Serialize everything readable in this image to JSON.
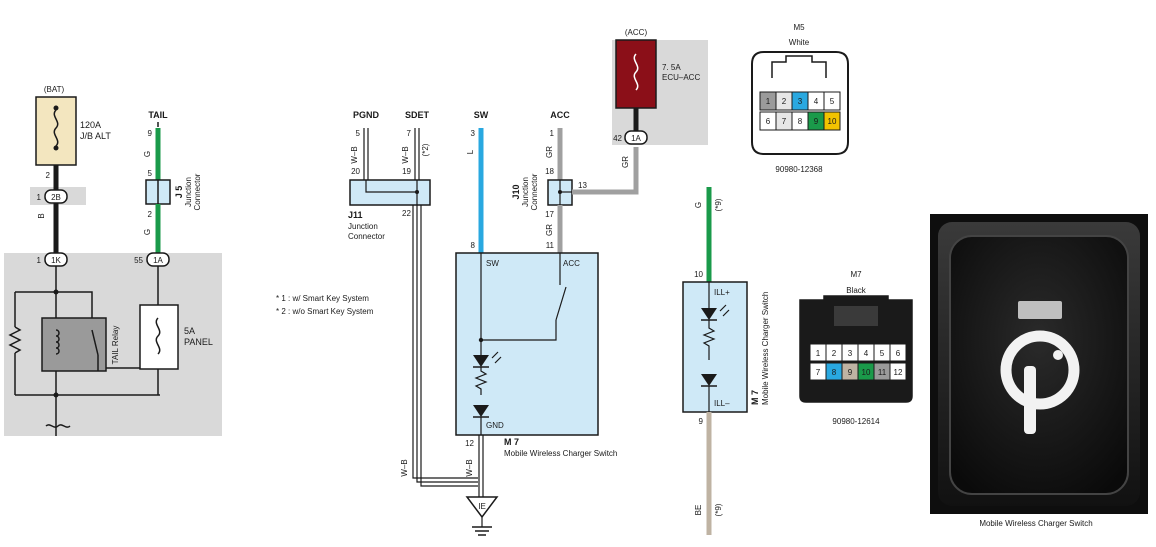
{
  "left": {
    "bat_label": "(BAT)",
    "fuse_120a": "120A",
    "fuse_120a_sub": "J/B ALT",
    "conn_2b": "2B",
    "pin_2": "2",
    "pin_1": "1",
    "wire_b": "B",
    "conn_1k": "1K",
    "pin_1k": "1",
    "tail_relay": "TAIL Relay",
    "tail_label": "TAIL",
    "tail_pin_top": "9",
    "wire_g_top": "G",
    "j5_pin_top": "5",
    "j5_label": "J 5",
    "j5_sub1": "Junction",
    "j5_sub2": "Connector",
    "j5_pin_bottom": "2",
    "wire_g_bottom": "G",
    "conn_1a": "1A",
    "pin_55": "55",
    "fuse_5a": "5A",
    "fuse_5a_sub": "PANEL"
  },
  "notes": {
    "note1": "* 1 : w/ Smart Key System",
    "note2": "* 2 : w/o Smart Key System"
  },
  "mid": {
    "pgnd": "PGND",
    "sdet": "SDET",
    "sw": "SW",
    "acc": "ACC",
    "pgnd_pin": "5",
    "sdet_pin": "7",
    "sw_pin": "3",
    "acc_pin": "1",
    "wire_wb1": "W–B",
    "wire_wb2": "W–B",
    "star2": "(*2)",
    "wire_l": "L",
    "wire_gr_a": "GR",
    "pin_20": "20",
    "pin_19": "19",
    "pin_22": "22",
    "j11_label": "J11",
    "j11_sub1": "Junction",
    "j11_sub2": "Connector",
    "pin_18": "18",
    "pin_13": "13",
    "pin_17": "17",
    "pin_11": "11",
    "j10_label": "J10",
    "j10_sub1": "Junction",
    "j10_sub2": "Connector",
    "wire_gr_b": "GR",
    "wire_gr_c": "GR",
    "pin_8": "8",
    "box_sw": "SW",
    "box_acc": "ACC",
    "box_gnd": "GND",
    "pin_12": "12",
    "m7_label": "M 7",
    "m7_sub": "Mobile Wireless Charger Switch",
    "wire_wb3": "W–B",
    "wire_wb4": "W–B",
    "ground_ie": "IE"
  },
  "acc_fuse": {
    "acc_label": "(ACC)",
    "fuse_name": "7. 5A",
    "fuse_sub": "ECU–ACC",
    "pin_42": "42",
    "conn_1a": "1A",
    "wire_gr": "GR"
  },
  "ill": {
    "wire_g": "G",
    "star9a": "(*9)",
    "pin_10": "10",
    "ill_plus": "ILL+",
    "ill_minus": "ILL–",
    "pin_9": "9",
    "m7_label": "M 7",
    "m7_sub": "Mobile Wireless Charger Switch",
    "wire_be": "BE",
    "star9b": "(*9)"
  },
  "m5": {
    "title": "M5",
    "color": "White",
    "part_no": "90980-12368",
    "pins": [
      "1",
      "2",
      "3",
      "4",
      "5",
      "6",
      "7",
      "8",
      "9",
      "10"
    ]
  },
  "m7c": {
    "title": "M7",
    "color": "Black",
    "part_no": "90980-12614",
    "pins": [
      "1",
      "2",
      "3",
      "4",
      "5",
      "6",
      "7",
      "8",
      "9",
      "10",
      "11",
      "12"
    ]
  },
  "photo": {
    "caption": "Mobile Wireless Charger Switch"
  },
  "colors": {
    "wire_green": "#1a9a4a",
    "wire_blue": "#29a8e0",
    "wire_gray": "#a0a0a0",
    "wire_beige": "#bfb3a3",
    "wire_black": "#1a1a1a",
    "box_fill": "#cfe9f7",
    "bg_gray": "#d9d9d9",
    "fuse_tan": "#f3e6bf",
    "fuse_red": "#8b0f18"
  }
}
